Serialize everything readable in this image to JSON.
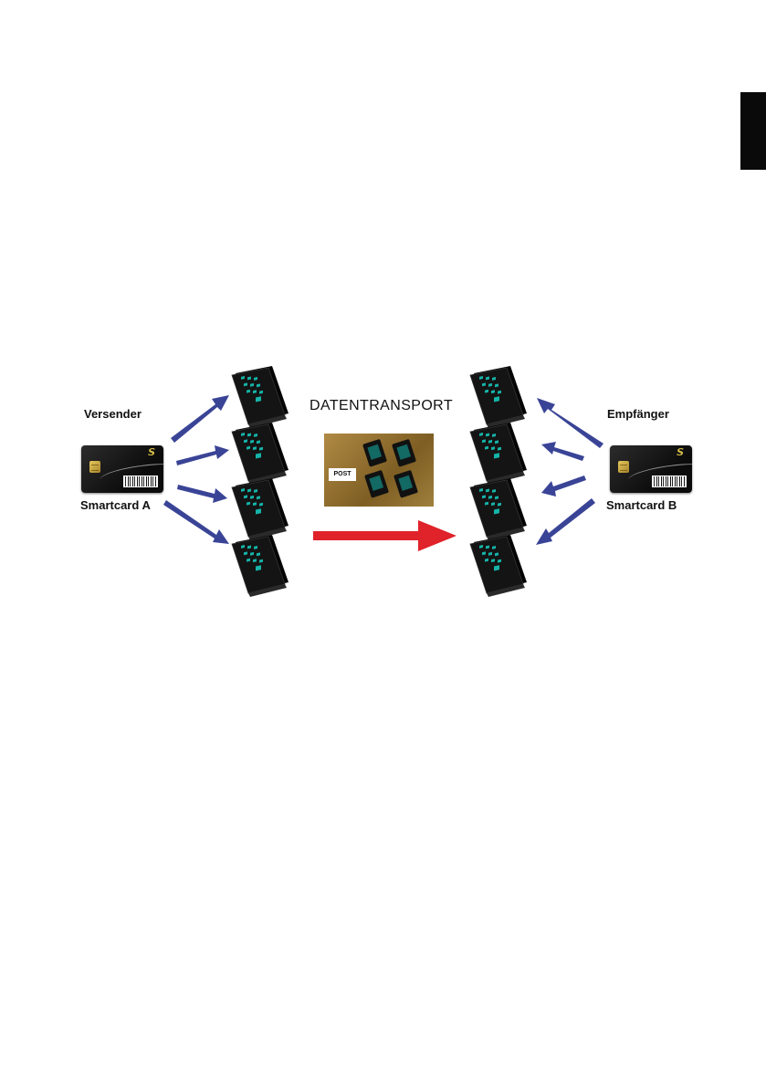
{
  "diagram": {
    "title": "DATENTRANSPORT",
    "sender": {
      "label": "Versender",
      "card_label": "Smartcard A"
    },
    "receiver": {
      "label": "Empfänger",
      "card_label": "Smartcard B"
    },
    "post_label": "POST",
    "card_logo": "𝙎",
    "colors": {
      "arrow_blue": "#3a4496",
      "arrow_red": "#e0222a",
      "drive_body": "#0f0f0f",
      "drive_keys": "#16b3a8",
      "post_background": "#8f6f32",
      "side_tab": "#0a0a0a"
    }
  }
}
